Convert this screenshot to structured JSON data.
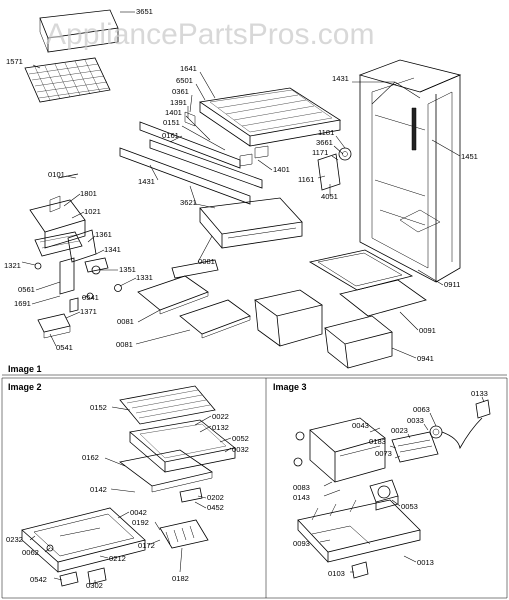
{
  "watermark": "AppliancePartsPros.com",
  "sections": {
    "image1": "Image 1",
    "image2": "Image 2",
    "image3": "Image 3"
  },
  "image1_labels": {
    "p3651": "3651",
    "p1571": "1571",
    "p1641": "1641",
    "p6501": "6501",
    "p0361": "0361",
    "p1391": "1391",
    "p1401a": "1401",
    "p0151": "0151",
    "p0161": "0161",
    "p1431a": "1431",
    "p1181": "1181",
    "p3661": "3661",
    "p1171": "1171",
    "p1401b": "1401",
    "p1161": "1161",
    "p1451": "1451",
    "p0101": "0101",
    "p1801": "1801",
    "p1021": "1021",
    "p1431b": "1431",
    "p3621": "3621",
    "p4051": "4051",
    "p1361": "1361",
    "p1341": "1341",
    "p1351": "1351",
    "p1321": "1321",
    "p1331": "1331",
    "p0081a": "0081",
    "p0561": "0561",
    "p0541a": "0541",
    "p1691": "1691",
    "p1371": "1371",
    "p0081b": "0081",
    "p0081c": "0081",
    "p0541b": "0541",
    "p0911": "0911",
    "p0091": "0091",
    "p0941": "0941"
  },
  "image2_labels": {
    "p0152": "0152",
    "p0022": "0022",
    "p0132": "0132",
    "p0052": "0052",
    "p0032": "0032",
    "p0162": "0162",
    "p0142": "0142",
    "p0202": "0202",
    "p0452": "0452",
    "p0042": "0042",
    "p0192": "0192",
    "p0232": "0232",
    "p0172": "0172",
    "p0062": "0062",
    "p0212": "0212",
    "p0182": "0182",
    "p0542": "0542",
    "p0302": "0302"
  },
  "image3_labels": {
    "p0133": "0133",
    "p0043": "0043",
    "p0063": "0063",
    "p0033": "0033",
    "p0023": "0023",
    "p0183": "0183",
    "p0073": "0073",
    "p0083": "0083",
    "p0143": "0143",
    "p0053": "0053",
    "p0093": "0093",
    "p0103": "0103",
    "p0013": "0013"
  }
}
